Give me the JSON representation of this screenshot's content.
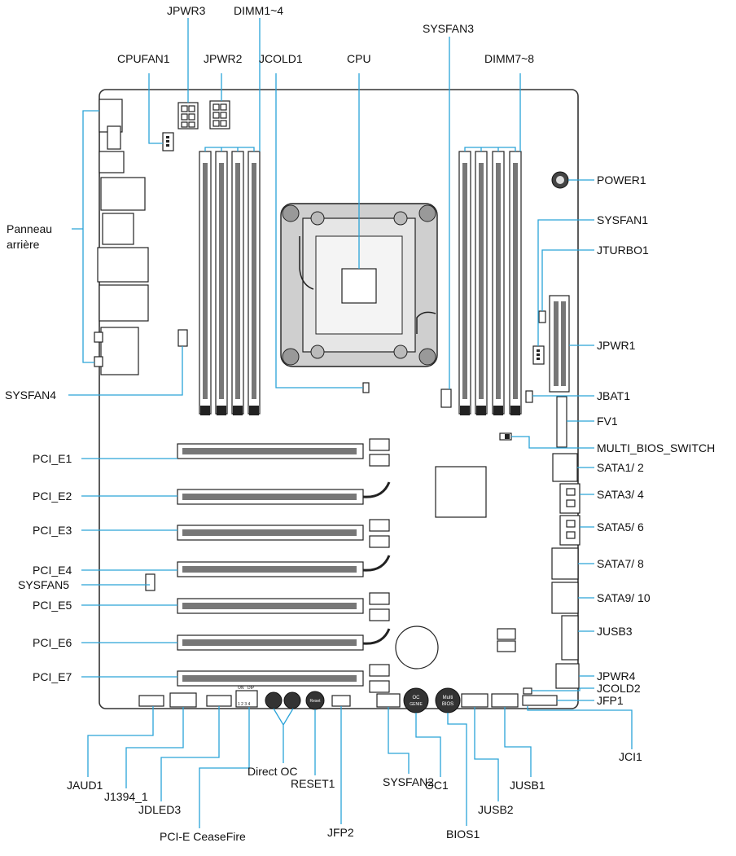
{
  "labels": {
    "jpwr3": "JPWR3",
    "dimm14": "DIMM1~4",
    "cpufan1": "CPUFAN1",
    "jpwr2": "JPWR2",
    "jcold1": "JCOLD1",
    "cpu": "CPU",
    "sysfan3": "SYSFAN3",
    "dimm78": "DIMM7~8",
    "panneau1": "Panneau",
    "panneau2": "arrière",
    "power1": "POWER1",
    "sysfan1": "SYSFAN1",
    "jturbo1": "JTURBO1",
    "jpwr1": "JPWR1",
    "sysfan4": "SYSFAN4",
    "jbat1": "JBAT1",
    "fv1": "FV1",
    "multibios": "MULTI_BIOS_SWITCH",
    "pcie1": "PCI_E1",
    "pcie2": "PCI_E2",
    "pcie3": "PCI_E3",
    "pcie4": "PCI_E4",
    "sysfan5": "SYSFAN5",
    "pcie5": "PCI_E5",
    "pcie6": "PCI_E6",
    "pcie7": "PCI_E7",
    "sata12": "SATA1/ 2",
    "sata34": "SATA3/ 4",
    "sata56": "SATA5/ 6",
    "sata78": "SATA7/ 8",
    "sata910": "SATA9/ 10",
    "jusb3": "JUSB3",
    "jpwr4": "JPWR4",
    "jcold2": "JCOLD2",
    "jfp1": "JFP1",
    "jci1": "JCI1",
    "jaud1": "JAUD1",
    "j1394": "J1394_1",
    "jdled3": "JDLED3",
    "ceasefire": "PCI-E CeaseFire",
    "directoc": "Direct OC",
    "reset1": "RESET1",
    "jfp2": "JFP2",
    "sysfan2": "SYSFAN2",
    "oc1": "OC1",
    "bios1": "BIOS1",
    "jusb2": "JUSB2",
    "jusb1": "JUSB1"
  },
  "button_marks": {
    "oc_line1": "OC",
    "oc_line2": "GENIE",
    "bios_line1": "Multi",
    "bios_line2": "BIOS",
    "reset": "Reset",
    "dip_on": "ON",
    "dip_dip": "DIP",
    "dip_nums": "1 2 3 4"
  },
  "colors": {
    "leader": "#2aa3d8",
    "outline": "#222222"
  }
}
